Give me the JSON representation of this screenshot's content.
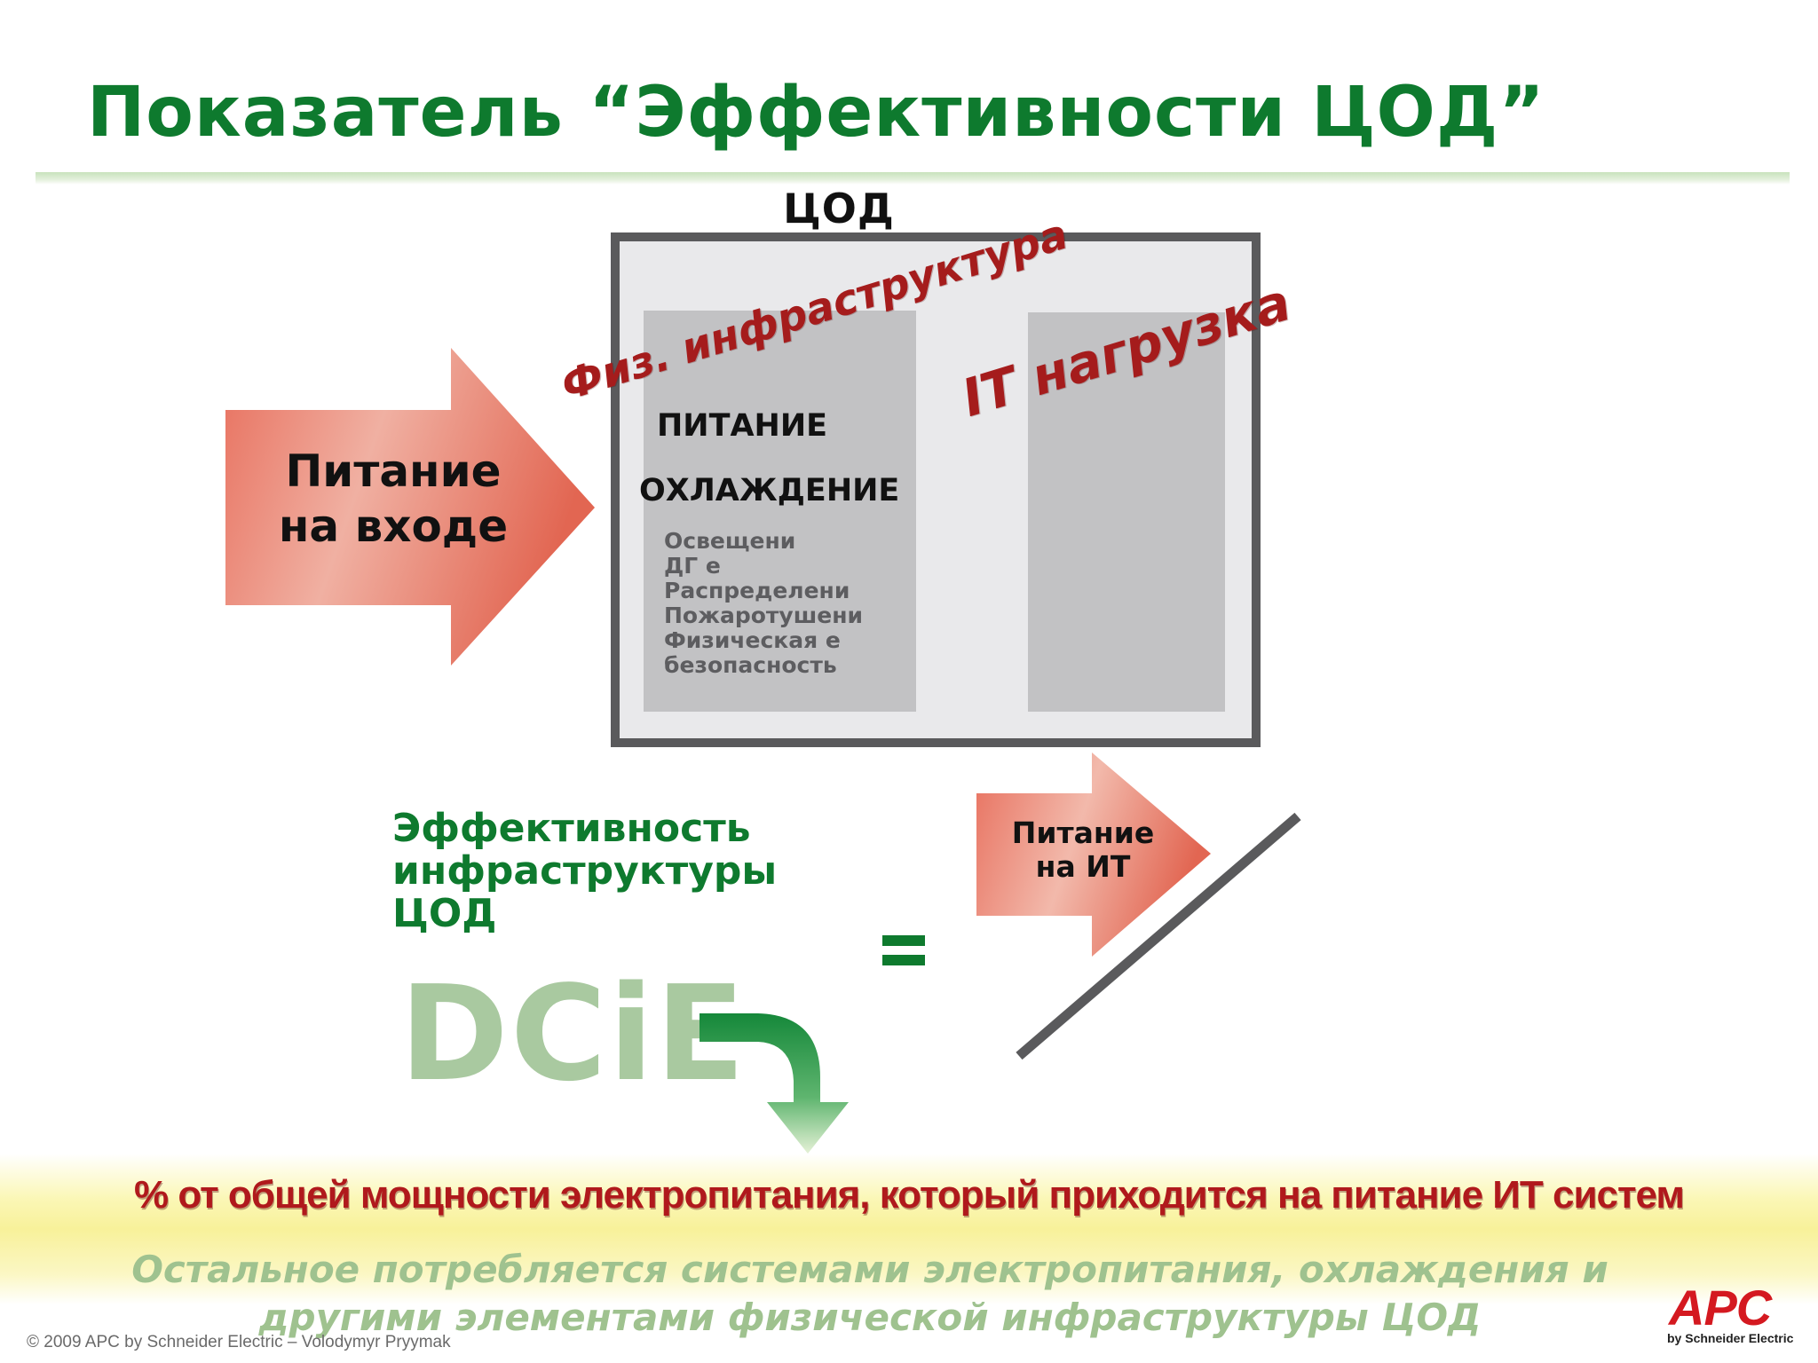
{
  "title": "Показатель “Эффективности ЦОД”",
  "cod_label": "ЦОД",
  "diagonal": {
    "fiz_infra": "Физ. инфраструктура",
    "it_load": "IT нагрузка"
  },
  "box": {
    "power": "ПИТАНИЕ",
    "cooling": "ОХЛАЖДЕНИЕ",
    "items": [
      "Освещени",
      "ДГ       е",
      "Распределени",
      "Пожаротушени",
      "Физическая      е",
      "безопасность"
    ]
  },
  "input_arrow": {
    "line1": "Питание",
    "line2": "на входе"
  },
  "it_arrow": {
    "line1": "Питание",
    "line2": "на ИТ"
  },
  "efficiency": {
    "line1": "Эффективность",
    "line2": "инфраструктуры",
    "line3": "ЦОД"
  },
  "dcie": "DCiE",
  "band_text": "% от общей мощности электропитания, который приходится на питание ИТ систем",
  "rest_text": "Остальное потребляется системами электропитания, охлаждения и другими элементами физической инфраструктуры ЦОД",
  "copyright": "© 2009 APC by Schneider Electric – Volodymyr Pryymak",
  "logo": {
    "brand": "APC",
    "sub": "by Schneider Electric"
  },
  "colors": {
    "title_green": "#0e7a2e",
    "diag_red": "#a51c1c",
    "band_red": "#b0191c",
    "rest_green": "#9fc28f",
    "dcie_green": "#a9c9a0"
  }
}
